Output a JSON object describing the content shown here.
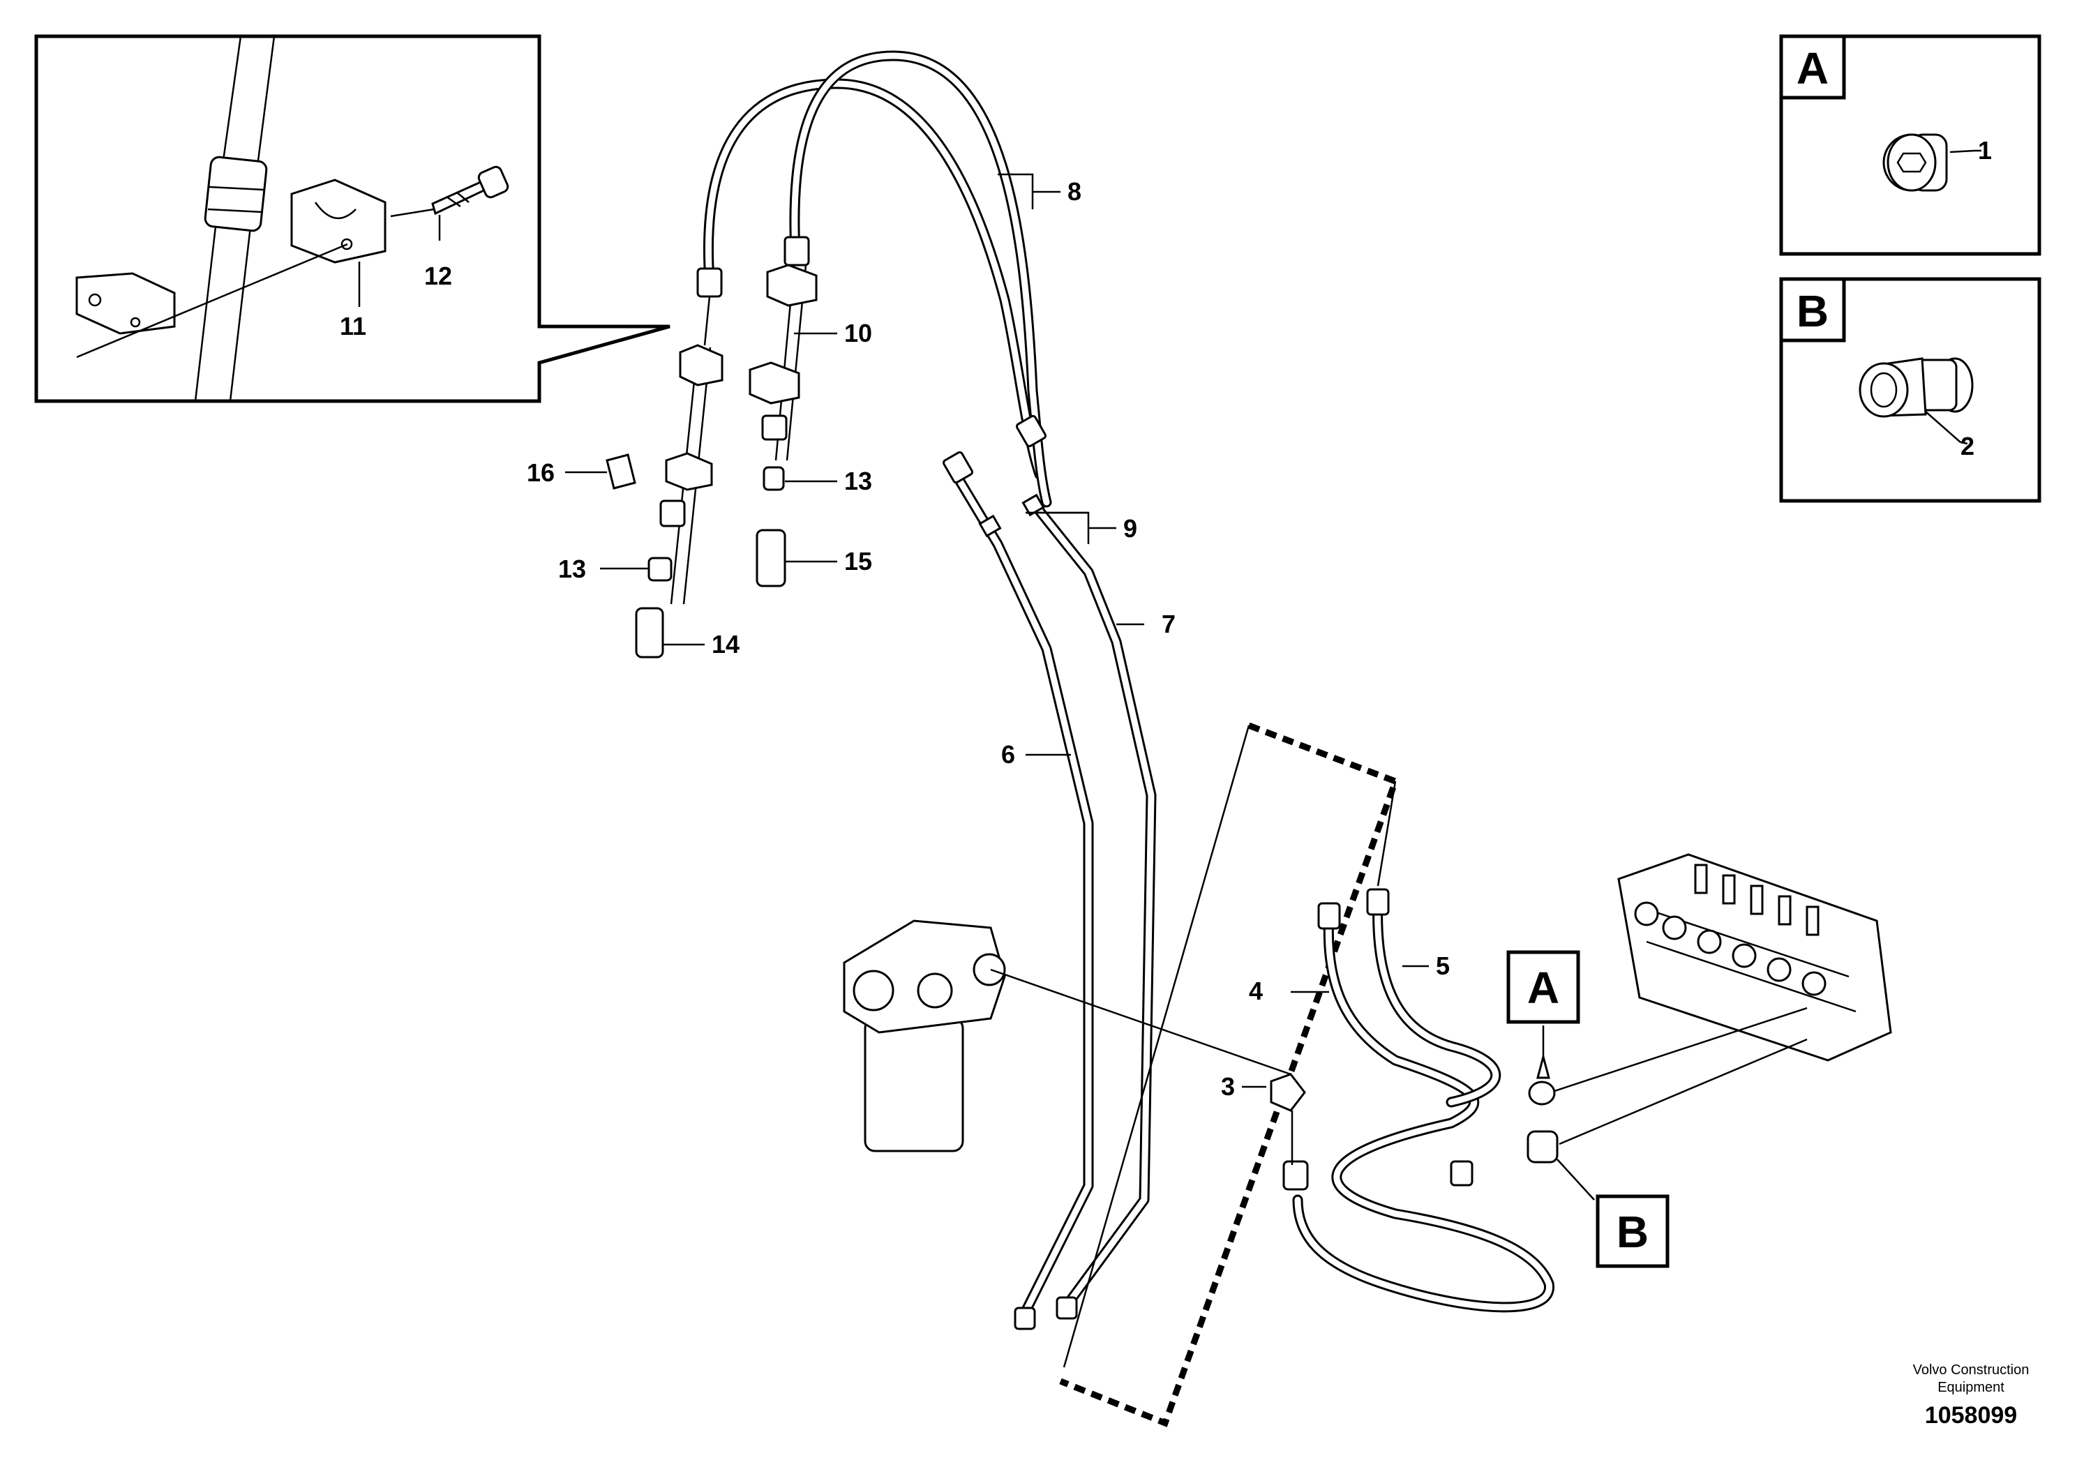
{
  "callouts": {
    "c1": "1",
    "c2": "2",
    "c3": "3",
    "c4": "4",
    "c5": "5",
    "c6": "6",
    "c7": "7",
    "c8": "8",
    "c9": "9",
    "c10": "10",
    "c11": "11",
    "c12": "12",
    "c13a": "13",
    "c13b": "13",
    "c14": "14",
    "c15": "15",
    "c16": "16"
  },
  "detail_labels": {
    "box_a": "A",
    "box_b": "B",
    "marker_a": "A",
    "marker_b": "B"
  },
  "footer": {
    "company_line1": "Volvo Construction",
    "company_line2": "Equipment",
    "drawing_number": "1058099"
  }
}
